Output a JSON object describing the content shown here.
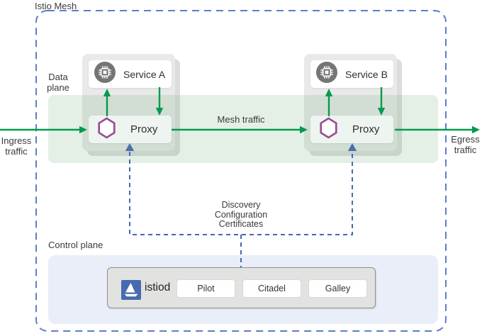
{
  "title": "Istio Mesh",
  "labels": {
    "data_plane": "Data\nplane",
    "control_plane": "Control plane",
    "ingress": "Ingress\ntraffic",
    "egress": "Egress\ntraffic",
    "mesh_traffic": "Mesh traffic",
    "connector": "Discovery\nConfiguration\nCertificates"
  },
  "services": [
    {
      "name": "Service A",
      "proxy": "Proxy"
    },
    {
      "name": "Service B",
      "proxy": "Proxy"
    }
  ],
  "istiod": {
    "name": "istiod",
    "components": [
      "Pilot",
      "Citadel",
      "Galley"
    ]
  },
  "icons": {
    "service": "microchip-icon",
    "proxy": "hexagon-envoy-icon",
    "istiod": "istio-sailboat-logo"
  },
  "colors": {
    "mesh_border_blue": "#5b7ec9",
    "traffic_green": "#009b4d",
    "proxy_hex_purple": "#9c4d96",
    "connector_dash_blue": "#4468b0",
    "istio_logo_blue": "#466bb0",
    "data_plane_tint": "rgba(122,181,132,0.20)",
    "control_plane_bg": "#e9eef8",
    "service_icon_gray": "#757575"
  }
}
